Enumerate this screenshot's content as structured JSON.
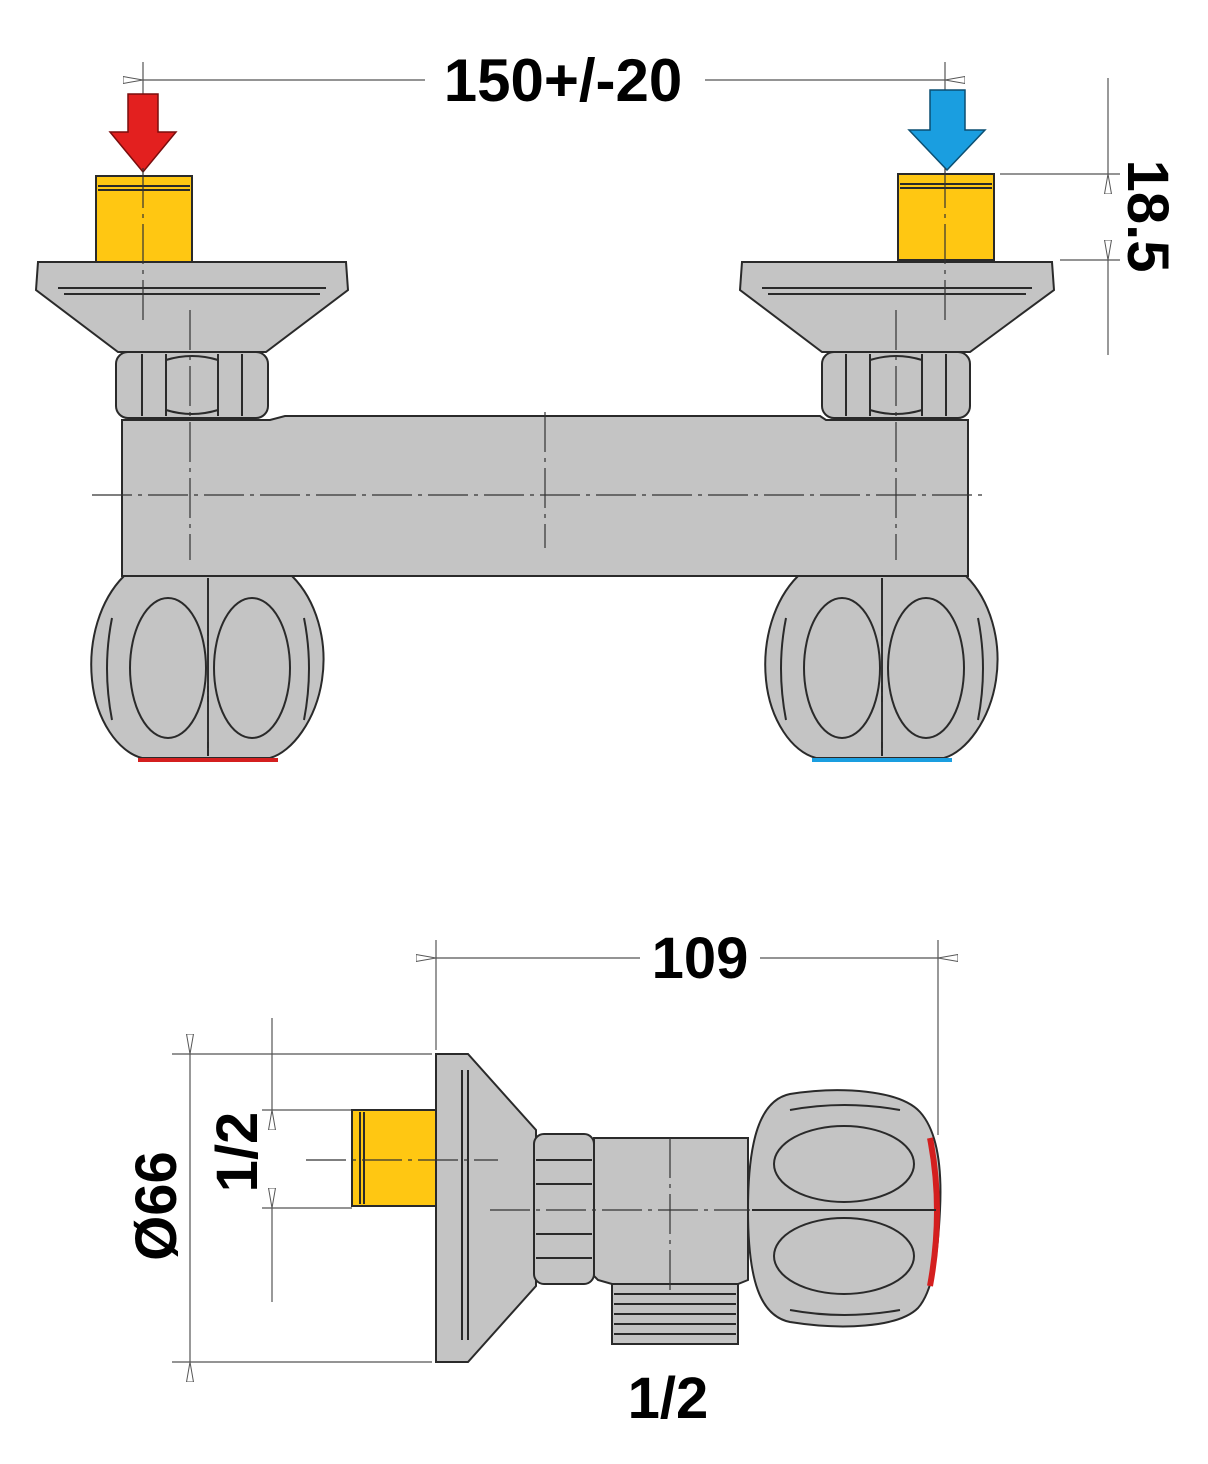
{
  "dimensions": {
    "spacing": "150+/-20",
    "pipe_height": "18.5",
    "depth": "109",
    "diameter": "Ø66",
    "inlet_thread": "1/2",
    "outlet_thread": "1/2"
  },
  "colors": {
    "hot": "#e3201f",
    "cold": "#1a9ee0",
    "brass": "#ffc712",
    "metal": "#c4c4c4",
    "outline": "#2a2a2a"
  },
  "icons": {
    "hot_arrow": "down-arrow-red",
    "cold_arrow": "down-arrow-blue"
  }
}
